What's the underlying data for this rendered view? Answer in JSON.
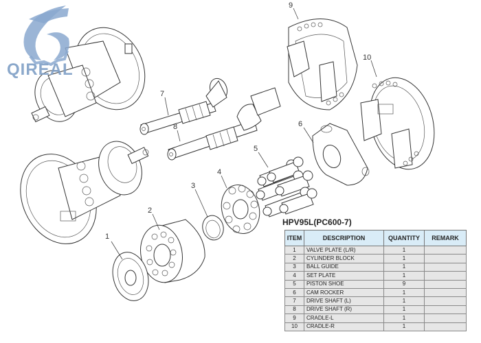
{
  "logo": {
    "text": "QIREAL",
    "color": "#7f9fc6"
  },
  "diagram": {
    "callouts": [
      {
        "num": "1"
      },
      {
        "num": "2"
      },
      {
        "num": "3"
      },
      {
        "num": "4"
      },
      {
        "num": "5"
      },
      {
        "num": "6"
      },
      {
        "num": "7"
      },
      {
        "num": "8"
      },
      {
        "num": "9"
      },
      {
        "num": "10"
      }
    ]
  },
  "table": {
    "model": "HPV95L(PC600-7)",
    "header_color": "#d9ecf7",
    "row_color": "#e6e6e6",
    "headers": {
      "item": "ITEM",
      "description": "DESCRIPTION",
      "quantity": "QUANTITY",
      "remark": "REMARK"
    },
    "rows": [
      {
        "item": "1",
        "description": "VALVE PLATE (L/R)",
        "quantity": "1",
        "remark": ""
      },
      {
        "item": "2",
        "description": "CYLINDER BLOCK",
        "quantity": "1",
        "remark": ""
      },
      {
        "item": "3",
        "description": "BALL GUIDE",
        "quantity": "1",
        "remark": ""
      },
      {
        "item": "4",
        "description": "SET PLATE",
        "quantity": "1",
        "remark": ""
      },
      {
        "item": "5",
        "description": "PISTON SHOE",
        "quantity": "9",
        "remark": ""
      },
      {
        "item": "6",
        "description": "CAM ROCKER",
        "quantity": "1",
        "remark": ""
      },
      {
        "item": "7",
        "description": "DRIVE SHAFT (L)",
        "quantity": "1",
        "remark": ""
      },
      {
        "item": "8",
        "description": "DRIVE SHAFT (R)",
        "quantity": "1",
        "remark": ""
      },
      {
        "item": "9",
        "description": "CRADLE-L",
        "quantity": "1",
        "remark": ""
      },
      {
        "item": "10",
        "description": "CRADLE-R",
        "quantity": "1",
        "remark": ""
      }
    ]
  }
}
